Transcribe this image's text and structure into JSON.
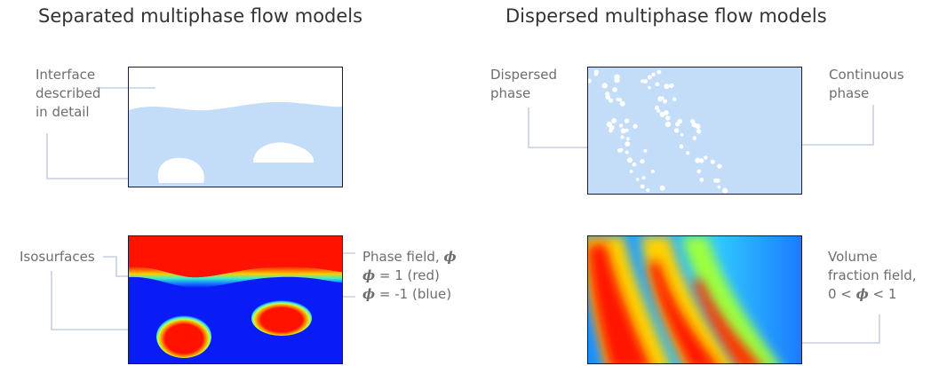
{
  "left": {
    "title": "Separated multiphase flow models",
    "top_label": [
      "Interface",
      "described",
      "in detail"
    ],
    "iso_label": "Isosurfaces",
    "phase_field": {
      "line1": "Phase field, ",
      "line2_prefix": "= 1 (red)",
      "line3_prefix": "= -1 (blue)",
      "symbol": "ϕ"
    }
  },
  "right": {
    "title": "Dispersed multiphase flow models",
    "dispersed_label": [
      "Dispersed",
      "phase"
    ],
    "continuous_label": [
      "Continuous",
      "phase"
    ],
    "volume_label": [
      "Volume",
      "fraction field,",
      "0 < ",
      " < 1"
    ],
    "symbol": "ϕ"
  },
  "colors": {
    "liquid": "#c3dcf8",
    "bubble": "#ffffff",
    "field_red": "#ff1200",
    "field_blue": "#0a1cf5",
    "leader_line": "#b9c4dc",
    "frame": "#1a1a3a"
  }
}
